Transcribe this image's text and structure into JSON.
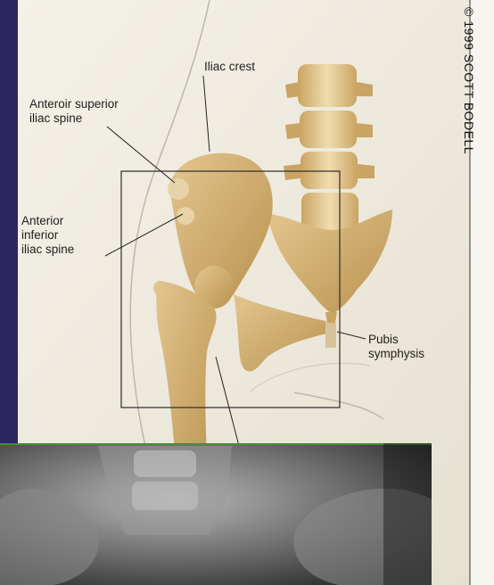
{
  "illustration": {
    "labels": {
      "iliac_crest": "Iliac crest",
      "asis": "Anteroir superior\niliac spine",
      "aiis": "Anterior\ninferior\niliac spine",
      "pubis": "Pubis\nsymphysis"
    },
    "copyright": "© 1999 SCOTT BODELL"
  },
  "colors": {
    "slide_background": "#2b2660",
    "illustration_background": "#f1ede2",
    "bone": "#cfae72",
    "xray": "#6a6a6a",
    "frame_line": "#4a8a3c"
  }
}
